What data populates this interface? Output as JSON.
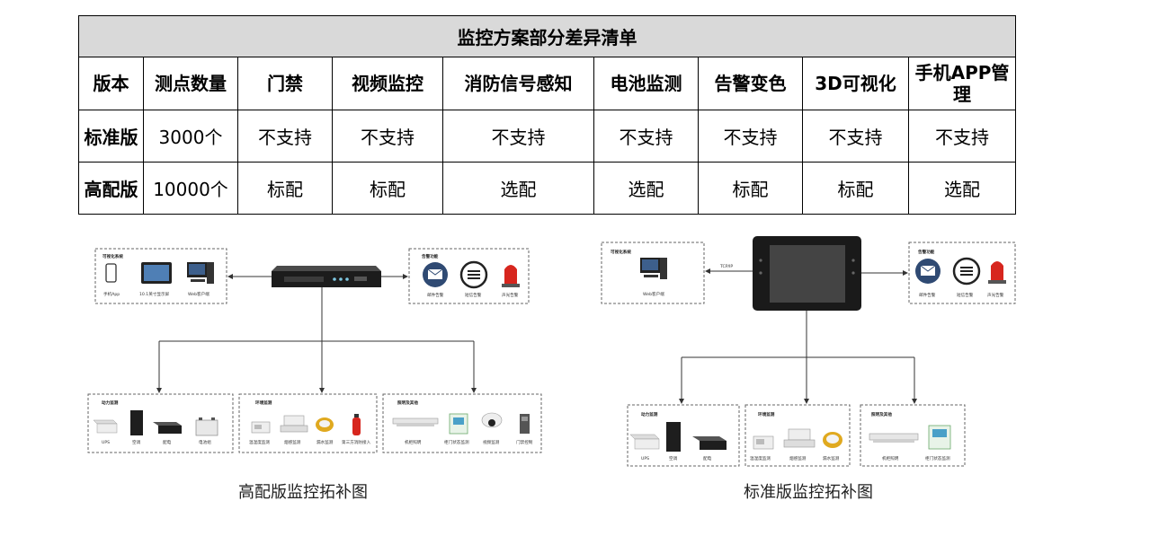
{
  "table": {
    "title": "监控方案部分差异清单",
    "headers": [
      "版本",
      "测点数量",
      "门禁",
      "视频监控",
      "消防信号感知",
      "电池监测",
      "告警变色",
      "3D可视化",
      "手机APP管理"
    ],
    "rows": [
      [
        "标准版",
        "3000个",
        "不支持",
        "不支持",
        "不支持",
        "不支持",
        "不支持",
        "不支持",
        "不支持"
      ],
      [
        "高配版",
        "10000个",
        "标配",
        "标配",
        "选配",
        "选配",
        "标配",
        "标配",
        "选配"
      ]
    ]
  },
  "high_diagram": {
    "caption": "高配版监控拓补图",
    "visual": {
      "title": "可视化系统",
      "items": [
        "手机App",
        "10.1英寸显示屏",
        "Web客户端"
      ]
    },
    "alarm": {
      "title": "告警功能",
      "items": [
        "邮件告警",
        "短信告警",
        "声光告警"
      ]
    },
    "power": {
      "title": "动力监测",
      "items": [
        "UPS",
        "空调",
        "配电",
        "电池组"
      ]
    },
    "env": {
      "title": "环境监测",
      "items": [
        "温湿度监测",
        "烟感监测",
        "漏水监测",
        "第三方消防接入"
      ]
    },
    "light": {
      "title": "照明及其他",
      "items": [
        "机柜照明",
        "柜门状态监测",
        "视频监测",
        "门禁控制"
      ]
    }
  },
  "std_diagram": {
    "caption": "标准版监控拓补图",
    "link_label": "TCP/IP",
    "visual": {
      "title": "可视化系统",
      "items": [
        "Web客户端"
      ]
    },
    "alarm": {
      "title": "告警功能",
      "items": [
        "邮件告警",
        "短信告警",
        "声光告警"
      ]
    },
    "power": {
      "title": "动力监测",
      "items": [
        "UPS",
        "空调",
        "配电"
      ]
    },
    "env": {
      "title": "环境监测",
      "items": [
        "温湿度监测",
        "烟感监测",
        "漏水监测"
      ]
    },
    "light": {
      "title": "照明及其他",
      "items": [
        "机柜照明",
        "柜门状态监测"
      ]
    }
  },
  "colors": {
    "table_title_bg": "#d9d9d9",
    "box_border": "#666666",
    "line": "#333333",
    "icon_blue": "#2f4a73",
    "alarm_red": "#d7261e"
  }
}
